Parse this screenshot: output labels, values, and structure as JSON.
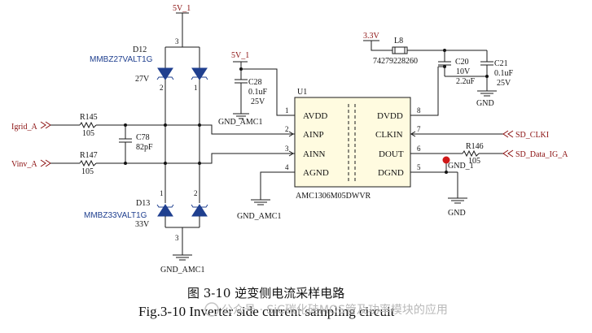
{
  "rails": {
    "vcc5_top": "5V_1",
    "vcc5_mid": "5V_1",
    "vcc33": "3.3V"
  },
  "grounds": {
    "gnd_amc_top": "GND_AMC1",
    "gnd_amc_mid": "GND_AMC1",
    "gnd_amc_bottom": "GND_AMC1",
    "gnd_digital": "GND",
    "gnd_digital_right": "GND",
    "gnd_probe": "GND_1"
  },
  "diodes": {
    "d12": {
      "ref": "D12",
      "part": "MMBZ27VALT1G",
      "voltage": "27V"
    },
    "d13": {
      "ref": "D13",
      "part": "MMBZ33VALT1G",
      "voltage": "33V"
    }
  },
  "resistors": {
    "r145": {
      "ref": "R145",
      "value": "105"
    },
    "r147": {
      "ref": "R147",
      "value": "105"
    },
    "r146": {
      "ref": "R146",
      "value": "105"
    }
  },
  "capacitors": {
    "c78": {
      "ref": "C78",
      "value": "82pF"
    },
    "c28": {
      "ref": "C28",
      "value": "0.1uF",
      "voltage": "25V"
    },
    "c20": {
      "ref": "C20",
      "voltage": "10V",
      "value": "2.2uF"
    },
    "c21": {
      "ref": "C21",
      "value": "0.1uF",
      "voltage": "25V"
    }
  },
  "inductor": {
    "ref": "L8",
    "part": "74279228260"
  },
  "ic": {
    "ref": "U1",
    "part": "AMC1306M05DWVR",
    "pins_left": [
      {
        "num": "1",
        "name": "AVDD"
      },
      {
        "num": "2",
        "name": "AINP"
      },
      {
        "num": "3",
        "name": "AINN"
      },
      {
        "num": "4",
        "name": "AGND"
      }
    ],
    "pins_right": [
      {
        "num": "8",
        "name": "DVDD"
      },
      {
        "num": "7",
        "name": "CLKIN"
      },
      {
        "num": "6",
        "name": "DOUT"
      },
      {
        "num": "5",
        "name": "DGND"
      }
    ]
  },
  "nets": {
    "igrid": "Igrid_A",
    "vinv": "Vinv_A",
    "sd_clk": "SD_CLKI",
    "sd_data": "SD_Data_IG_A"
  },
  "diode_pin_numbers": {
    "top_pin": "3",
    "d12_left": "2",
    "d12_right": "1",
    "d13_left": "1",
    "d13_right": "2",
    "bottom_pin": "3"
  },
  "caption": {
    "cn": "图 3-10 逆变侧电流采样电路",
    "en": "Fig.3-10 Inverter side current sampling circuit"
  },
  "watermark": "公众号 · SiC碳化硅MOS管及功率模块的应用"
}
